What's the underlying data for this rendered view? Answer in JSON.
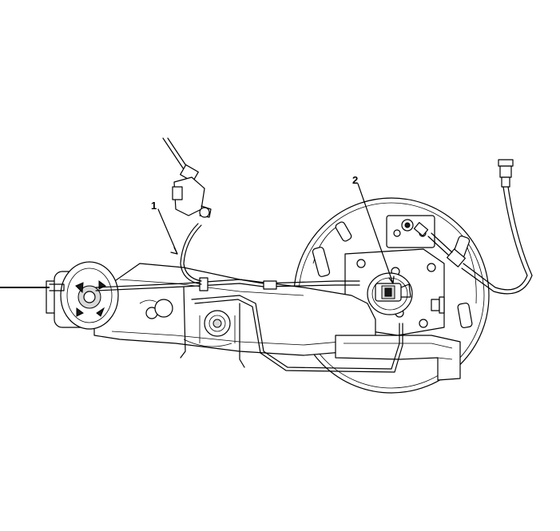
{
  "callouts": [
    {
      "id": "1",
      "label": "1"
    },
    {
      "id": "2",
      "label": "2"
    }
  ],
  "colors": {
    "line": "#000000",
    "background": "#ffffff",
    "shade": "#d9d9d9"
  }
}
